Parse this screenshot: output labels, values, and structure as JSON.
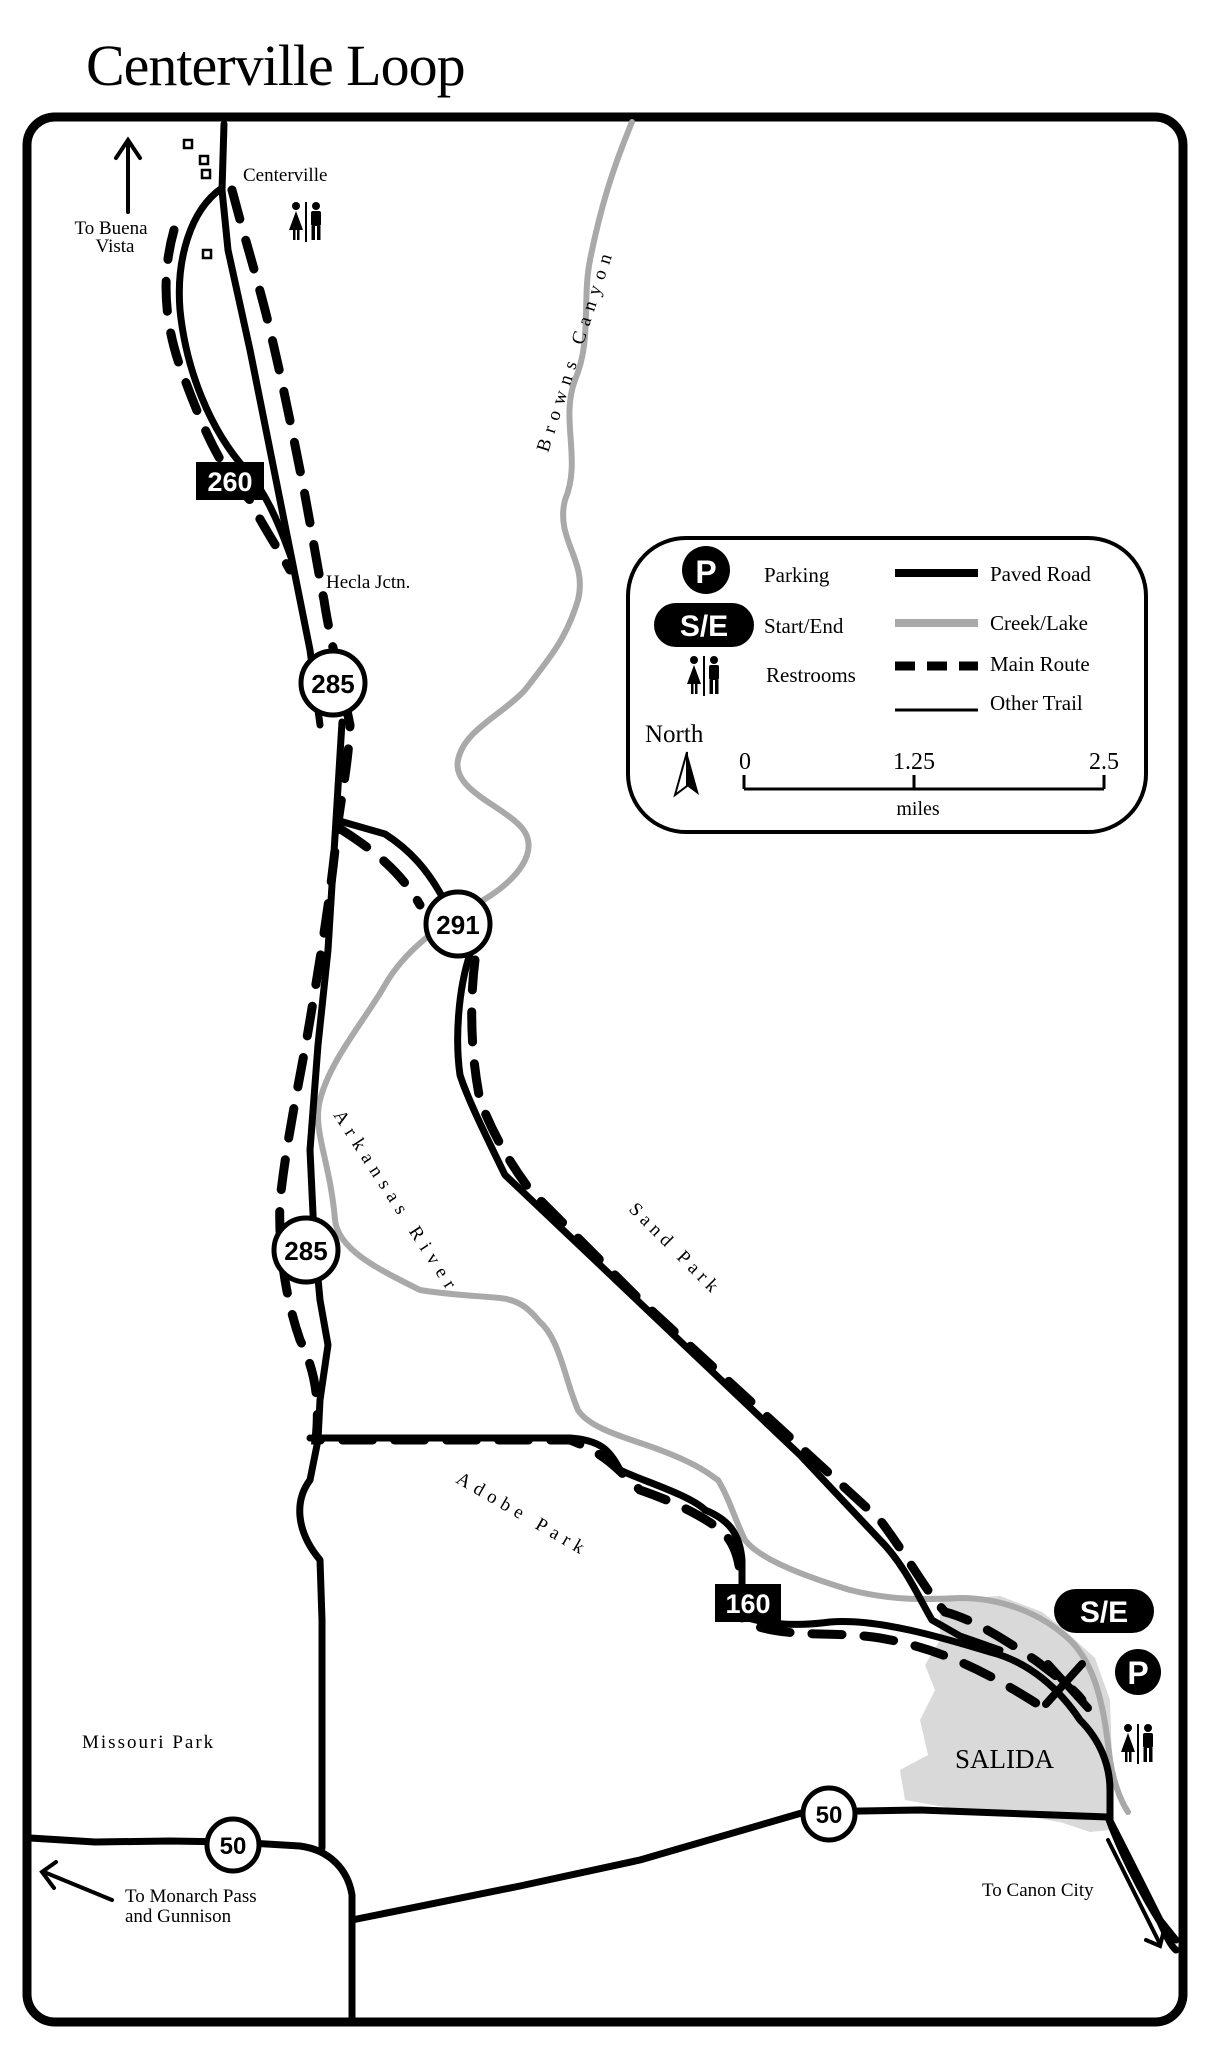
{
  "map": {
    "title": "Centerville Loop",
    "places": {
      "centerville": "Centerville",
      "buena_vista": [
        "To Buena",
        "Vista"
      ],
      "hecla": "Hecla Jctn.",
      "missouri_park": "Missouri Park",
      "monarch": [
        "To Monarch Pass",
        "and Gunnison"
      ],
      "canon_city": "To Canon City",
      "salida": "SALIDA"
    },
    "water": {
      "browns_canyon": "Browns Canyon",
      "arkansas_river": "Arkansas River"
    },
    "trails": {
      "sand_park": "Sand Park",
      "adobe_park": "Adobe Park"
    },
    "route_shields": {
      "hwy_285_north": "285",
      "hwy_285_south": "285",
      "hwy_291": "291",
      "hwy_50_west": "50",
      "hwy_50_east": "50",
      "cr_260": "260",
      "cr_160": "160"
    },
    "markers": {
      "start_end": "S/E",
      "parking": "P"
    },
    "legend": {
      "parking": "Parking",
      "start_end": "Start/End",
      "restrooms": "Restrooms",
      "paved_road": "Paved Road",
      "creek_lake": "Creek/Lake",
      "main_route": "Main Route",
      "other_trail": "Other Trail",
      "north": "North",
      "scale_0": "0",
      "scale_mid": "1.25",
      "scale_max": "2.5",
      "scale_unit": "miles",
      "parking_symbol": "P",
      "start_end_symbol": "S/E"
    },
    "colors": {
      "road": "#000000",
      "water": "#a9a9a9",
      "town_area": "#d9d9d9",
      "background": "#ffffff"
    }
  }
}
